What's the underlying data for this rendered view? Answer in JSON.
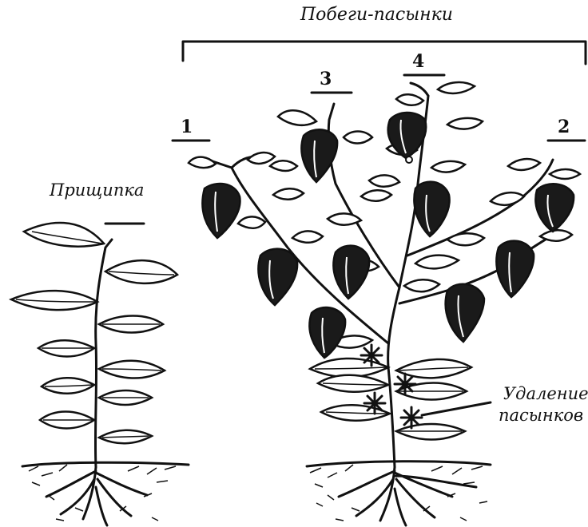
{
  "labels": {
    "side_shoots": "Побеги-пасынки",
    "pinching": "Прищипка",
    "removal_line1": "Удаление",
    "removal_line2": "пасынков"
  },
  "shoot_numbers": [
    "1",
    "2",
    "3",
    "4"
  ],
  "colors": {
    "ink": "#111111",
    "background": "#ffffff"
  }
}
